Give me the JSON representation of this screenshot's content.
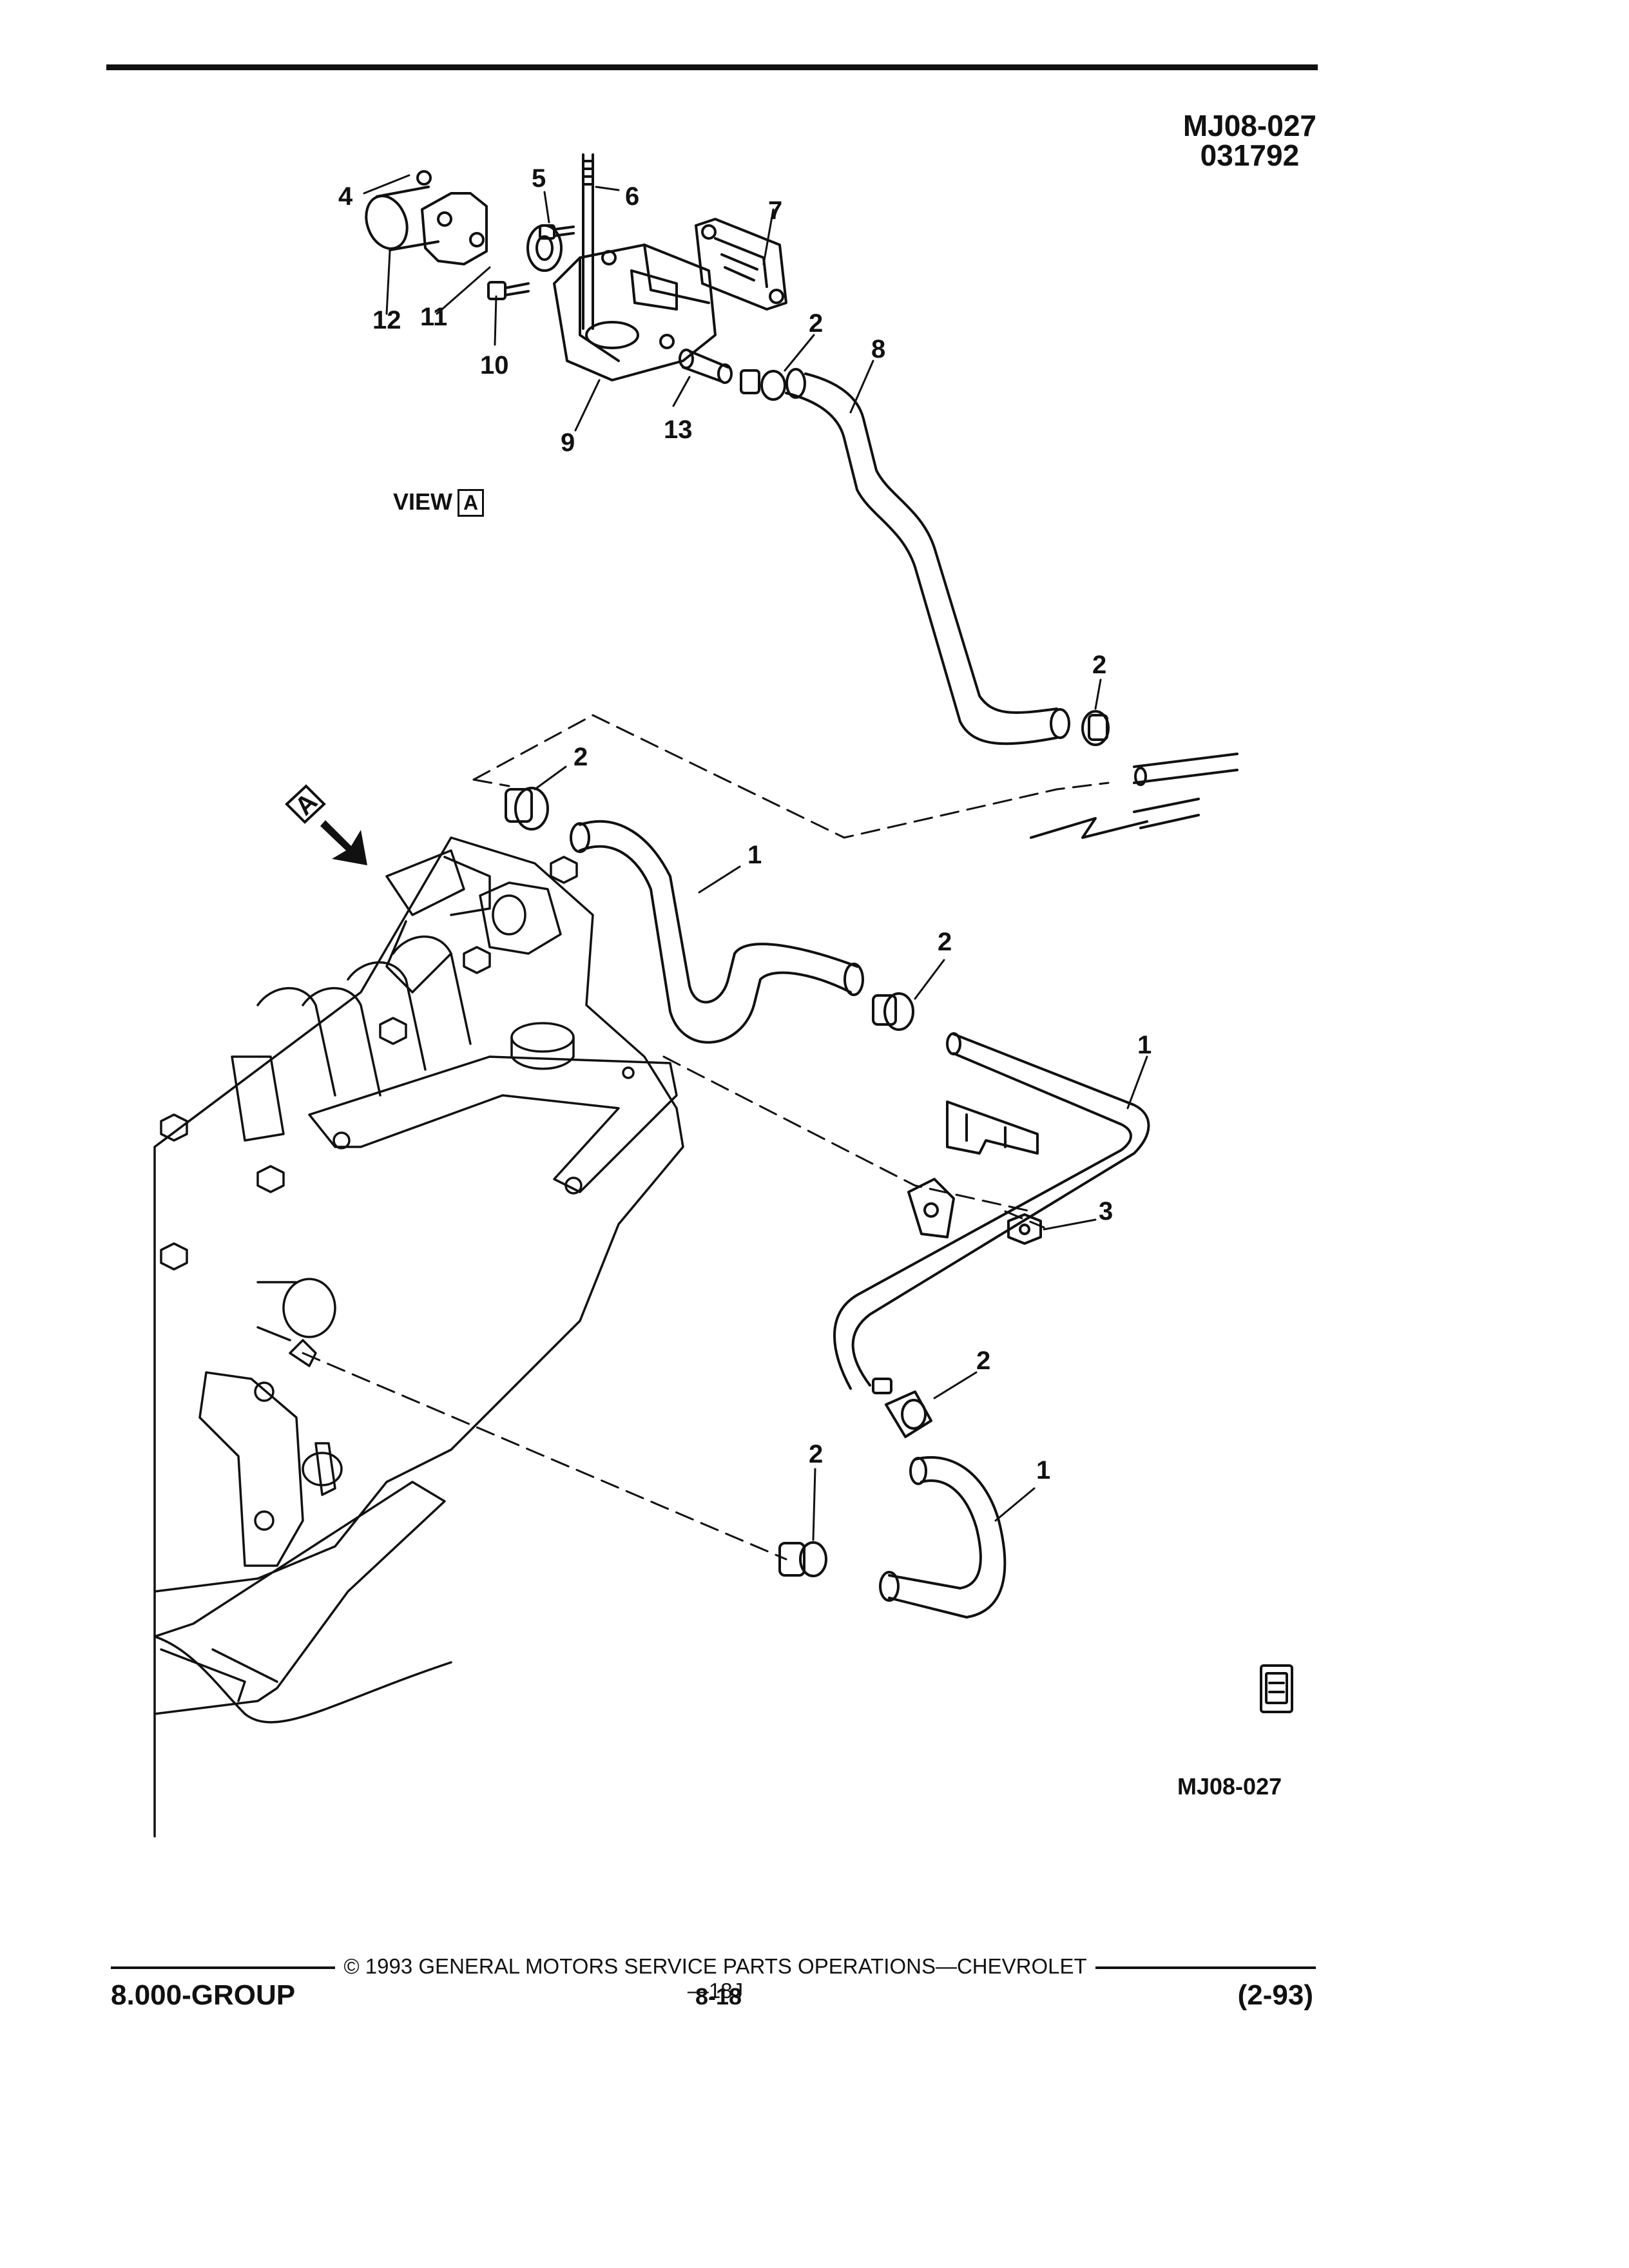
{
  "header": {
    "code": "MJ08-027",
    "date_code": "031792"
  },
  "view_label": {
    "text": "VIEW",
    "letter": "A"
  },
  "view_arrow_letter": "A",
  "callouts": [
    "1",
    "2",
    "3",
    "4",
    "5",
    "6",
    "7",
    "8",
    "9",
    "10",
    "11",
    "12",
    "13"
  ],
  "figure_ref": "MJ08-027",
  "footer": {
    "copyright": "© 1993 GENERAL MOTORS SERVICE PARTS OPERATIONS—CHEVROLET—18J",
    "group": "8.000-GROUP",
    "page": "8-18",
    "revision": "(2-93)"
  },
  "icons": [
    "gm-spo-logo-icon",
    "view-arrow-icon"
  ]
}
